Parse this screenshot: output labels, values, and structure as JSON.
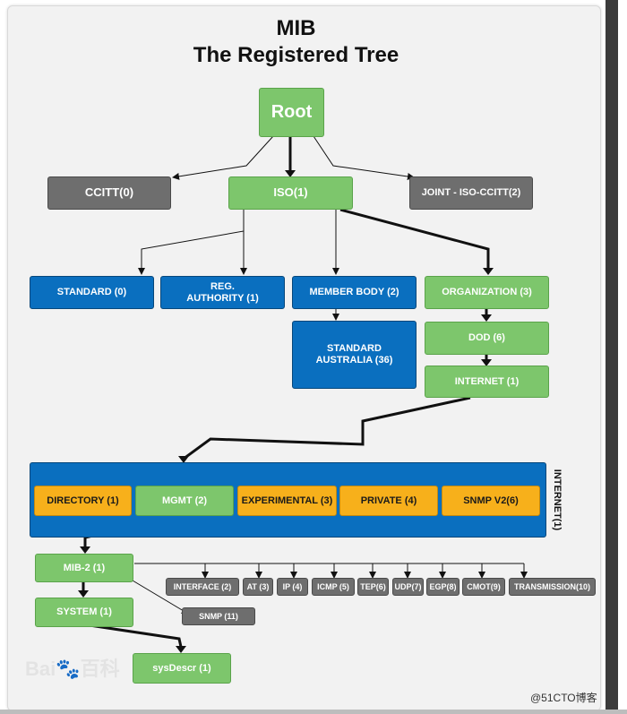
{
  "title": {
    "line1": "MIB",
    "line2": "The Registered Tree"
  },
  "nodes": {
    "root": "Root",
    "ccitt": "CCITT(0)",
    "iso": "ISO(1)",
    "joint": "JOINT - ISO-CCITT(2)",
    "standard": "STANDARD (0)",
    "reg_authority": "REG.\nAUTHORITY (1)",
    "member_body": "MEMBER BODY (2)",
    "organization": "ORGANIZATION (3)",
    "standard_australia": "STANDARD\nAUSTRALIA (36)",
    "dod": "DOD (6)",
    "internet": "INTERNET (1)",
    "directory": "DIRECTORY (1)",
    "mgmt": "MGMT (2)",
    "experimental": "EXPERIMENTAL (3)",
    "private": "PRIVATE (4)",
    "snmpv2": "SNMP V2(6)",
    "internet_vertical": "INTERNET(1)",
    "mib2": "MIB-2 (1)",
    "system": "SYSTEM (1)",
    "sysdescr": "sysDescr (1)",
    "snmp": "SNMP (11)",
    "interface": "INTERFACE (2)",
    "at": "AT (3)",
    "ip": "IP (4)",
    "icmp": "ICMP (5)",
    "tep": "TEP(6)",
    "udp": "UDP(7)",
    "egp": "EGP(8)",
    "cmot": "CMOT(9)",
    "transmission": "TRANSMISSION(10)"
  },
  "watermark": {
    "logo": "Bai\u0000du百科",
    "credit": "@51CTO博客"
  },
  "colors": {
    "green": "#7dc66c",
    "gray": "#6e6e6e",
    "blue": "#0a6fbf",
    "orange": "#f7b01b"
  }
}
